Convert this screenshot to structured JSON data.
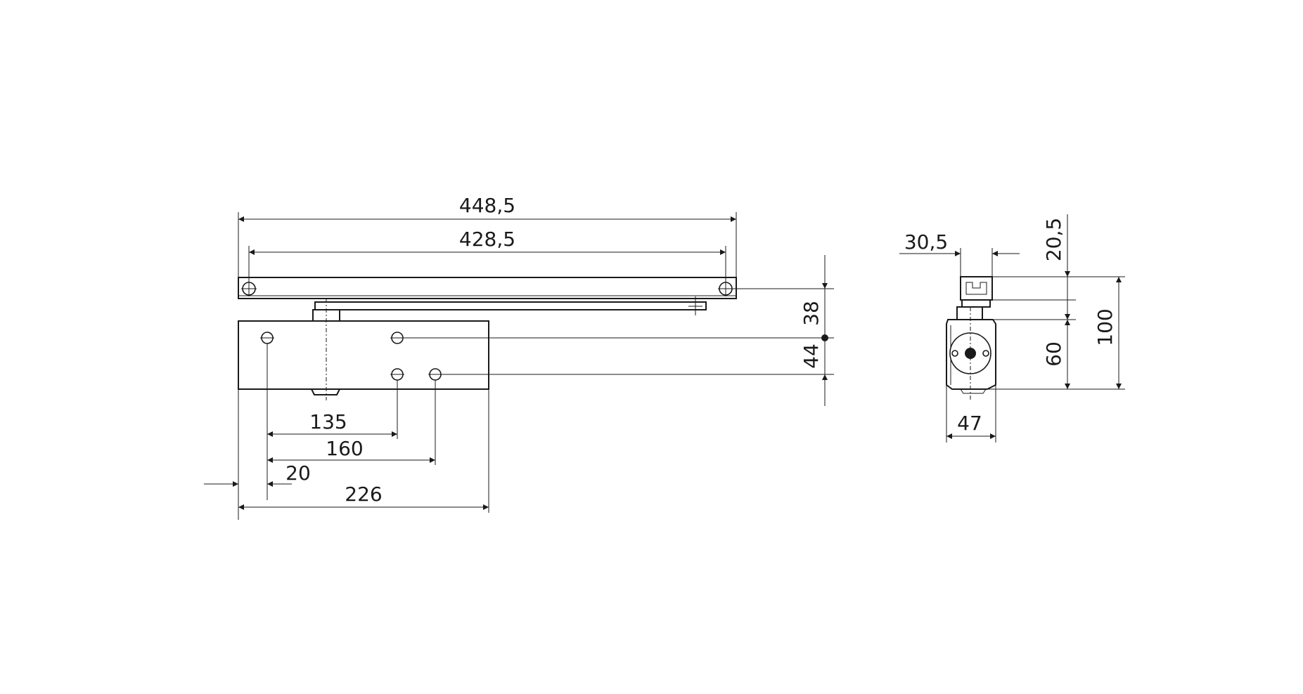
{
  "front_view": {
    "dim_overall_rail": "448,5",
    "dim_rail_holes": "428,5",
    "dim_38": "38",
    "dim_44": "44",
    "dim_135": "135",
    "dim_160": "160",
    "dim_20": "20",
    "dim_226": "226"
  },
  "side_view": {
    "dim_30_5": "30,5",
    "dim_20_5": "20,5",
    "dim_60": "60",
    "dim_100": "100",
    "dim_47": "47"
  },
  "colors": {
    "line": "#1a1a1a",
    "background": "#ffffff"
  }
}
